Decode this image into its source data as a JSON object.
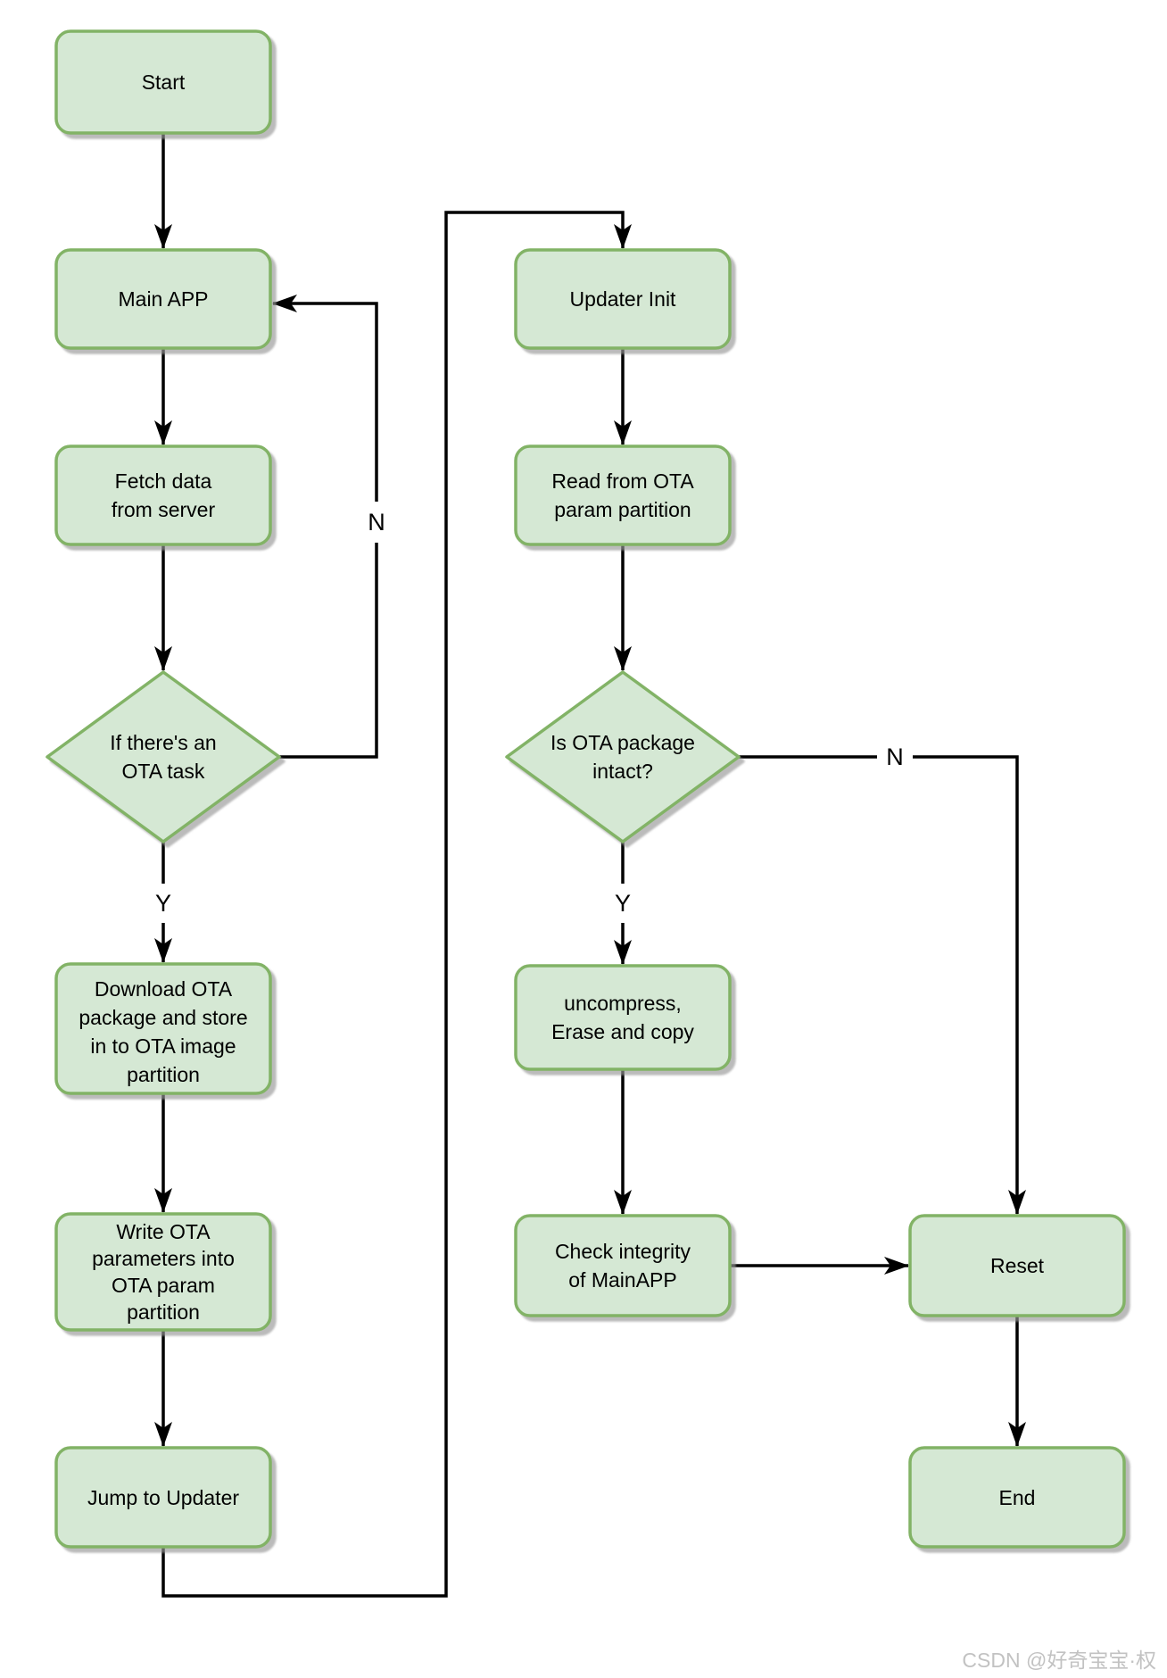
{
  "diagram": {
    "type": "flowchart",
    "background": "#ffffff",
    "colors": {
      "node_fill": "#d5e8d4",
      "node_border": "#82b366",
      "edge_line": "#000000",
      "text": "#000000",
      "watermark_text": "#c2c2c2"
    },
    "nodes": {
      "start": {
        "shape": "rounded-rect",
        "lines": [
          "Start"
        ]
      },
      "main_app": {
        "shape": "rounded-rect",
        "lines": [
          "Main APP"
        ]
      },
      "fetch_data": {
        "shape": "rounded-rect",
        "lines": [
          "Fetch data",
          "from server"
        ]
      },
      "ota_task_decision": {
        "shape": "diamond",
        "lines": [
          "If there's an",
          "OTA task"
        ]
      },
      "download_package": {
        "shape": "rounded-rect",
        "lines": [
          "Download OTA",
          "package and store",
          "in to OTA image",
          "partition"
        ]
      },
      "write_params": {
        "shape": "rounded-rect",
        "lines": [
          "Write OTA",
          "parameters into",
          "OTA param",
          "partition"
        ]
      },
      "jump_updater": {
        "shape": "rounded-rect",
        "lines": [
          "Jump to Updater"
        ]
      },
      "updater_init": {
        "shape": "rounded-rect",
        "lines": [
          "Updater Init"
        ]
      },
      "read_param": {
        "shape": "rounded-rect",
        "lines": [
          "Read from OTA",
          "param partition"
        ]
      },
      "intact_decision": {
        "shape": "diamond",
        "lines": [
          "Is OTA package",
          "intact?"
        ]
      },
      "uncompress": {
        "shape": "rounded-rect",
        "lines": [
          "uncompress,",
          "Erase and copy"
        ]
      },
      "check_integrity": {
        "shape": "rounded-rect",
        "lines": [
          "Check integrity",
          "of MainAPP"
        ]
      },
      "reset": {
        "shape": "rounded-rect",
        "lines": [
          "Reset"
        ]
      },
      "end": {
        "shape": "rounded-rect",
        "lines": [
          "End"
        ]
      }
    },
    "edges": [
      {
        "from": "start",
        "to": "main_app",
        "label": ""
      },
      {
        "from": "main_app",
        "to": "fetch_data",
        "label": ""
      },
      {
        "from": "fetch_data",
        "to": "ota_task_decision",
        "label": ""
      },
      {
        "from": "ota_task_decision",
        "to": "main_app",
        "label": "N"
      },
      {
        "from": "ota_task_decision",
        "to": "download_package",
        "label": "Y"
      },
      {
        "from": "download_package",
        "to": "write_params",
        "label": ""
      },
      {
        "from": "write_params",
        "to": "jump_updater",
        "label": ""
      },
      {
        "from": "jump_updater",
        "to": "updater_init",
        "label": ""
      },
      {
        "from": "updater_init",
        "to": "read_param",
        "label": ""
      },
      {
        "from": "read_param",
        "to": "intact_decision",
        "label": ""
      },
      {
        "from": "intact_decision",
        "to": "reset",
        "label": "N"
      },
      {
        "from": "intact_decision",
        "to": "uncompress",
        "label": "Y"
      },
      {
        "from": "uncompress",
        "to": "check_integrity",
        "label": ""
      },
      {
        "from": "check_integrity",
        "to": "reset",
        "label": ""
      },
      {
        "from": "reset",
        "to": "end",
        "label": ""
      }
    ],
    "edge_labels": {
      "no_ota_task": "N",
      "yes_ota_task": "Y",
      "no_intact": "N",
      "yes_intact": "Y"
    },
    "watermark": "CSDN @好奇宝宝·权"
  }
}
